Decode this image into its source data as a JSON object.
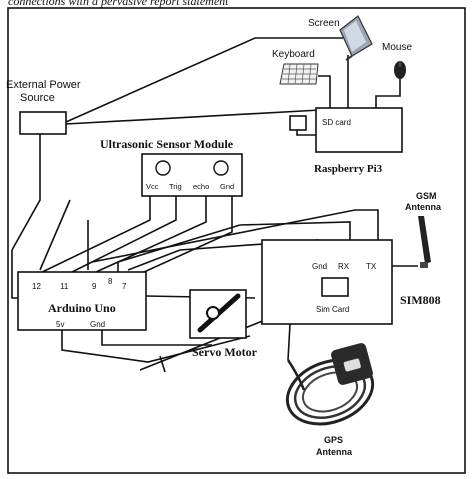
{
  "caption_fragment": "connections with a pervasive report statement",
  "components": {
    "screen": {
      "label": "Screen"
    },
    "keyboard": {
      "label": "Keyboard"
    },
    "mouse": {
      "label": "Mouse"
    },
    "power": {
      "label_line1": "External Power",
      "label_line2": "Source"
    },
    "raspberry": {
      "label": "Raspberry Pi3",
      "sd_label": "SD card"
    },
    "ultrasonic": {
      "label": "Ultrasonic Sensor Module",
      "pins": [
        "Vcc",
        "Trig",
        "echo",
        "Gnd"
      ]
    },
    "arduino": {
      "label": "Arduino Uno",
      "pins_top": [
        "12",
        "11",
        "9",
        "8",
        "7"
      ],
      "pin_5v": "5v",
      "pin_gnd": "Gnd"
    },
    "servo": {
      "label": "Servo Motor"
    },
    "sim808": {
      "label": "SIM808",
      "pins": [
        "Gnd",
        "RX",
        "TX"
      ],
      "sim_label": "Sim Card"
    },
    "gsm": {
      "label_line1": "GSM",
      "label_line2": "Antenna"
    },
    "gps": {
      "label_line1": "GPS",
      "label_line2": "Antenna"
    }
  },
  "colors": {
    "line": "#111111",
    "background": "#ffffff",
    "antenna": "#222222"
  }
}
